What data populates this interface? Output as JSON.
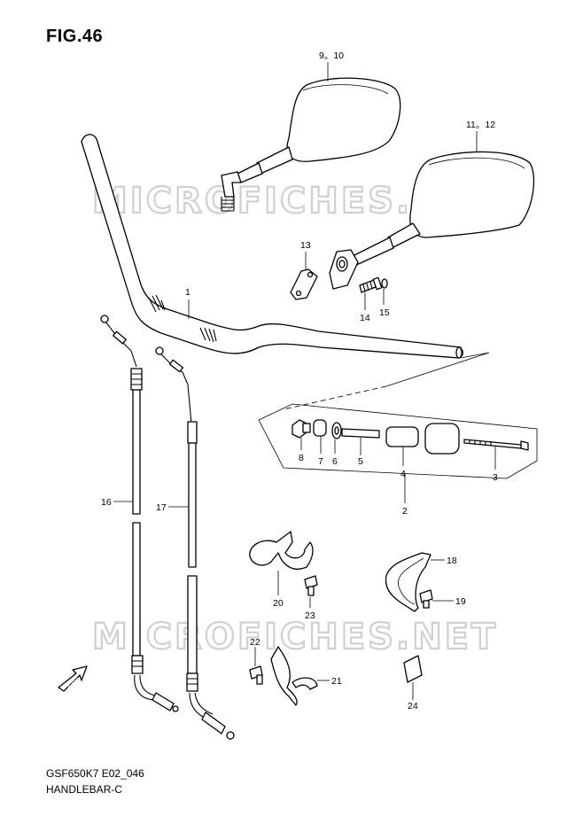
{
  "figure": {
    "title": "FIG.46",
    "model_code": "GSF650K7 E02_046",
    "section_name": "HANDLEBAR-C"
  },
  "watermark": "MICROFICHES.NET",
  "fwd_label": "FWD",
  "callouts": {
    "p1": "1",
    "p2": "2",
    "p3": "3",
    "p4": "4",
    "p5": "5",
    "p6": "6",
    "p7": "7",
    "p8": "8",
    "p9_10": "9。10",
    "p11_12": "11。12",
    "p13": "13",
    "p14": "14",
    "p15": "15",
    "p16": "16",
    "p17": "17",
    "p18": "18",
    "p19": "19",
    "p20": "20",
    "p21": "21",
    "p22": "22",
    "p23": "23",
    "p24": "24"
  }
}
